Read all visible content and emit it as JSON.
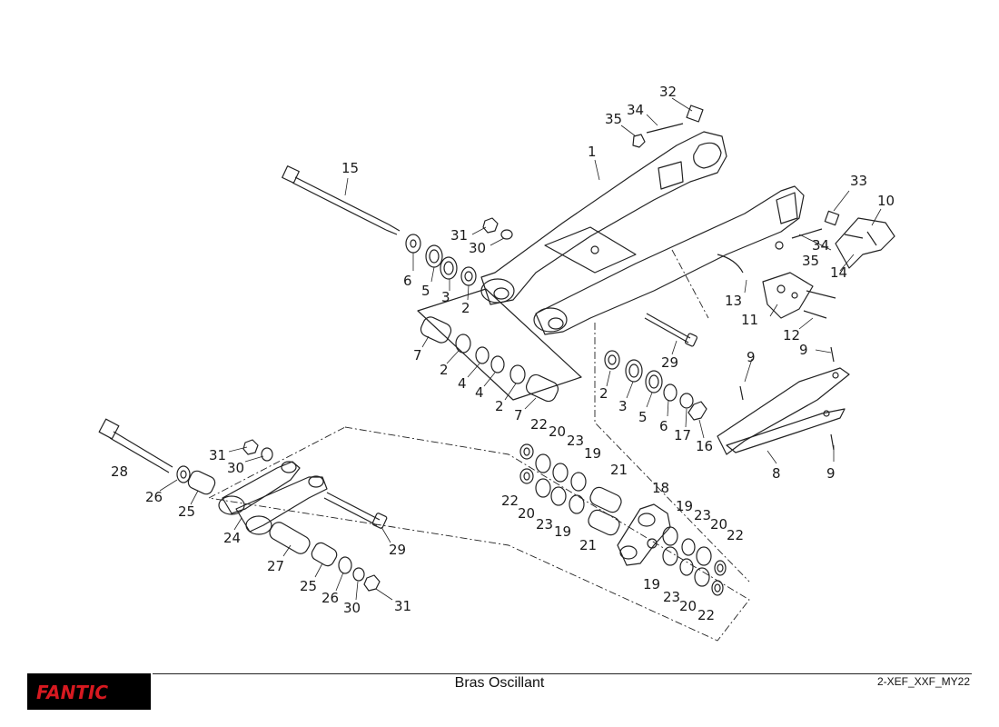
{
  "brand": {
    "name": "FANTIC",
    "color": "#d71920"
  },
  "footer": {
    "title": "Bras Oscillant",
    "code": "2-XEF_XXF_MY22"
  },
  "callouts": {
    "c1": "1",
    "c2a": "2",
    "c2b": "2",
    "c2c": "2",
    "c2d": "2",
    "c3a": "3",
    "c3b": "3",
    "c4a": "4",
    "c4b": "4",
    "c5a": "5",
    "c5b": "5",
    "c6a": "6",
    "c6b": "6",
    "c7a": "7",
    "c7b": "7",
    "c8": "8",
    "c9a": "9",
    "c9b": "9",
    "c9c": "9",
    "c10": "10",
    "c11": "11",
    "c12": "12",
    "c13": "13",
    "c14": "14",
    "c15": "15",
    "c16": "16",
    "c17": "17",
    "c18": "18",
    "c19a": "19",
    "c19b": "19",
    "c19c": "19",
    "c19d": "19",
    "c20a": "20",
    "c20b": "20",
    "c20c": "20",
    "c20d": "20",
    "c21a": "21",
    "c21b": "21",
    "c22a": "22",
    "c22b": "22",
    "c22c": "22",
    "c22d": "22",
    "c23a": "23",
    "c23b": "23",
    "c23c": "23",
    "c23d": "23",
    "c24": "24",
    "c25a": "25",
    "c25b": "25",
    "c26a": "26",
    "c26b": "26",
    "c27": "27",
    "c28": "28",
    "c29a": "29",
    "c29b": "29",
    "c30a": "30",
    "c30b": "30",
    "c30c": "30",
    "c31a": "31",
    "c31b": "31",
    "c31c": "31",
    "c32": "32",
    "c33": "33",
    "c34a": "34",
    "c34b": "34",
    "c35a": "35",
    "c35b": "35"
  }
}
